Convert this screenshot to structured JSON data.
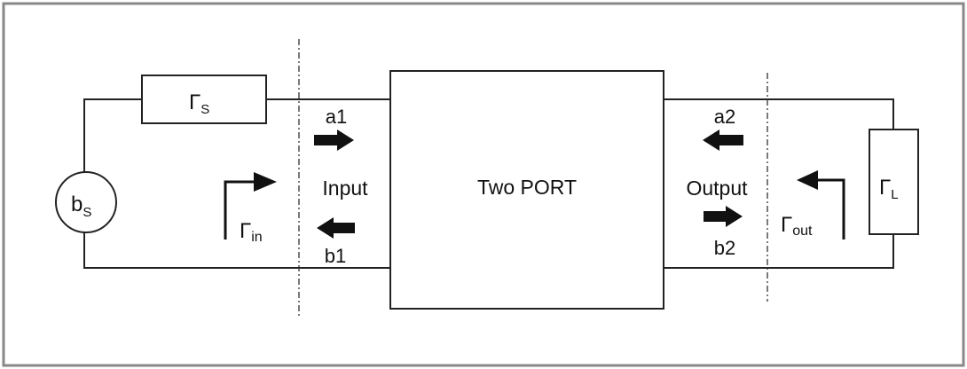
{
  "source": {
    "label": "b",
    "sub": "S"
  },
  "source_impedance": {
    "label": "Γ",
    "sub": "S"
  },
  "load_impedance": {
    "label": "Γ",
    "sub": "L"
  },
  "two_port": {
    "label": "Two PORT"
  },
  "input": {
    "label": "Input",
    "a_wave": "a1",
    "b_wave": "b1",
    "gamma_label": "Γ",
    "gamma_sub": "in"
  },
  "output": {
    "label": "Output",
    "a_wave": "a2",
    "b_wave": "b2",
    "gamma_label": "Γ",
    "gamma_sub": "out"
  },
  "colors": {
    "line": "#222222",
    "border": "#888888",
    "text": "#111111"
  }
}
